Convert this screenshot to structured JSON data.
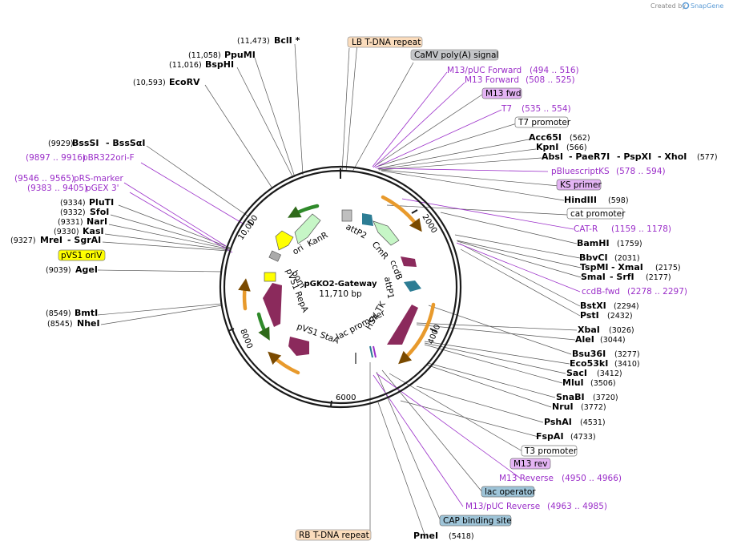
{
  "credit": {
    "created_by": "Created by",
    "brand": "SnapGene"
  },
  "map": {
    "name": "pGKO2-Gateway",
    "length": "11,710 bp",
    "ticks": [
      "2000",
      "4000",
      "6000",
      "8000",
      "10,000"
    ]
  },
  "enzymes_left": [
    {
      "pos": "(11,473)",
      "name": "BclI *"
    },
    {
      "pos": "(11,058)",
      "name": "PpuMI"
    },
    {
      "pos": "(11,016)",
      "name": "BspHI"
    },
    {
      "pos": "(10,593)",
      "name": "EcoRV"
    },
    {
      "pos": "(9929)",
      "name": "BssSI",
      "extra": "- BssSαI"
    },
    {
      "pos": "(9334)",
      "name": "PluTI"
    },
    {
      "pos": "(9332)",
      "name": "SfoI"
    },
    {
      "pos": "(9331)",
      "name": "NarI"
    },
    {
      "pos": "(9330)",
      "name": "KasI"
    },
    {
      "pos": "(9327)",
      "name": "MreI",
      "extra": "- SgrAI"
    },
    {
      "pos": "(9039)",
      "name": "AgeI"
    },
    {
      "pos": "(8549)",
      "name": "BmtI"
    },
    {
      "pos": "(8545)",
      "name": "NheI"
    }
  ],
  "primers_left": [
    {
      "pos": "(9897 .. 9916)",
      "name": "pBR322ori-F"
    },
    {
      "pos": "(9546 .. 9565)",
      "name": "pRS-marker"
    },
    {
      "pos": "(9383 .. 9405)",
      "name": "pGEX 3'"
    }
  ],
  "boxes_left": [
    {
      "name": "pVS1 oriV"
    }
  ],
  "right_labels": {
    "lb_tdna": "LB T-DNA repeat",
    "camv": "CaMV poly(A) signal",
    "m13puc_fwd": {
      "name": "M13/pUC Forward",
      "pos": "(494 .. 516)"
    },
    "m13_forward": {
      "name": "M13 Forward",
      "pos": "(508 .. 525)"
    },
    "m13_fwd_box": "M13 fwd",
    "t7": {
      "name": "T7",
      "pos": "(535 .. 554)"
    },
    "t7_promoter": "T7 promoter",
    "acc65i": {
      "name": "Acc65I",
      "pos": "(562)"
    },
    "kpni": {
      "name": "KpnI",
      "pos": "(566)"
    },
    "absi": {
      "name": "AbsI",
      "extra1": "- PaeR7I",
      "extra2": "- PspXI",
      "extra3": "- XhoI",
      "pos": "(577)"
    },
    "pbluescriptks": {
      "name": "pBluescriptKS",
      "pos": "(578 .. 594)"
    },
    "ks_primer": "KS primer",
    "hindiii": {
      "name": "HindIII",
      "pos": "(598)"
    },
    "cat_promoter": "cat promoter",
    "cat_r": {
      "name": "CAT-R",
      "pos": "(1159 .. 1178)"
    },
    "bamhi": {
      "name": "BamHI",
      "pos": "(1759)"
    },
    "bbvci": {
      "name": "BbvCI",
      "pos": "(2031)"
    },
    "tspmi": {
      "name": "TspMI",
      "extra": "- XmaI",
      "pos": "(2175)"
    },
    "smai": {
      "name": "SmaI",
      "extra": "- SrfI",
      "pos": "(2177)"
    },
    "ccdb_fwd": {
      "name": "ccdB-fwd",
      "pos": "(2278 .. 2297)"
    },
    "bstxi": {
      "name": "BstXI",
      "pos": "(2294)"
    },
    "psti": {
      "name": "PstI",
      "pos": "(2432)"
    },
    "xbai": {
      "name": "XbaI",
      "pos": "(3026)"
    },
    "alei": {
      "name": "AleI",
      "pos": "(3044)"
    },
    "bsu36i": {
      "name": "Bsu36I",
      "pos": "(3277)"
    },
    "eco53ki": {
      "name": "Eco53kI",
      "pos": "(3410)"
    },
    "saci": {
      "name": "SacI",
      "pos": "(3412)"
    },
    "mlui": {
      "name": "MluI",
      "pos": "(3506)"
    },
    "snabi": {
      "name": "SnaBI",
      "pos": "(3720)"
    },
    "Arui": {
      "name": "NruI",
      "pos": "(3772)"
    },
    "pshai": {
      "name": "PshAI",
      "pos": "(4531)"
    },
    "fspai": {
      "name": "FspAI",
      "pos": "(4733)"
    },
    "t3_promoter": "T3 promoter",
    "m13_rev": "M13 rev",
    "m13_reverse": {
      "name": "M13 Reverse",
      "pos": "(4950 .. 4966)"
    },
    "lac_operator": "lac operator",
    "m13puc_rev": {
      "name": "M13/pUC Reverse",
      "pos": "(4963 .. 4985)"
    },
    "cap_site": "CAP binding site",
    "pmei": {
      "name": "PmeI",
      "pos": "(5418)"
    },
    "rb_tdna": "RB T-DNA repeat"
  },
  "features_inner": {
    "attp2": "attP2",
    "cmr": "CmR",
    "ccdb": "ccdB",
    "attp1": "attP1",
    "hsvtk": "HSV TK",
    "lacpromoter": "lac promoter",
    "pvs1sta": "pVS1 StaA",
    "pvs1rep": "pVS1 RepA",
    "bom": "bom",
    "ori": "ori",
    "kanr": "KanR"
  },
  "colors": {
    "primer": "#9b2fc9",
    "orange_box": "#fbdcbc",
    "grey_box": "#c4c6c9",
    "purple_box": "#e4b4f4",
    "yellow_box": "#ffff00",
    "blue_box": "#9ec4d8",
    "cds": "#8b2a5c",
    "marker": "#c6f6c6",
    "attp": "#2d7d94",
    "orange_arc": "#f0a83c"
  }
}
